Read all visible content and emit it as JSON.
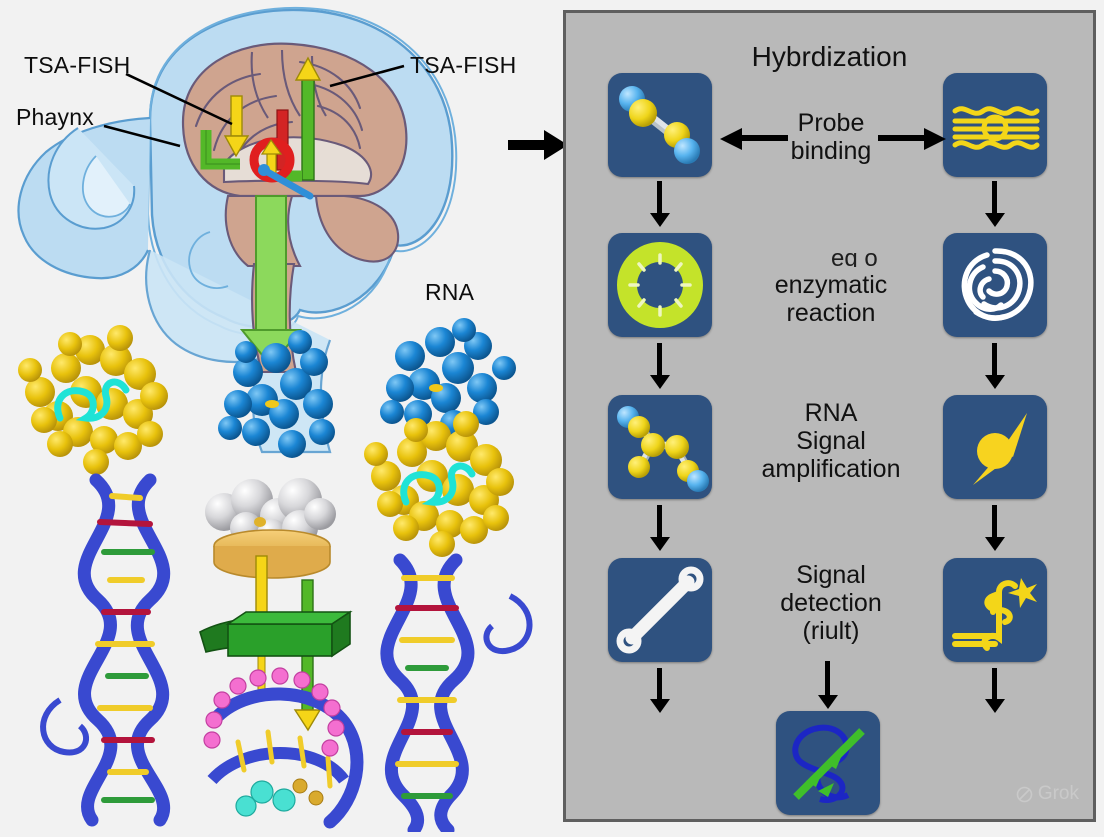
{
  "left_panel": {
    "name": "tsa-fish-brain-illustration",
    "labels": {
      "tsa_fish_left": "TSA-FISH",
      "tsa_fish_right": "TSA-FISH",
      "pharynx": "Phaynx",
      "rna": "RNA"
    },
    "elements": [
      {
        "name": "brain-sagittal-diagram",
        "desc": "light blue head outline with tan cerebrum, brainstem and green/yellow/red signal arrows"
      },
      {
        "name": "gold-nanoparticle-cluster-left",
        "desc": "gold space-filling sphere cluster with cyan ribbon"
      },
      {
        "name": "blue-molecule-cluster-center",
        "desc": "blue space-filling molecule"
      },
      {
        "name": "blue-molecule-cluster-rna",
        "desc": "blue space-filling RNA molecule"
      },
      {
        "name": "gold-nanoparticle-cluster-right",
        "desc": "gold space-filling sphere cluster with cyan ribbon"
      },
      {
        "name": "silver-molecule-on-disc",
        "desc": "grey/white spheres resting on a tan disc"
      },
      {
        "name": "green-platform",
        "desc": "green 3D slab beneath the disc"
      },
      {
        "name": "dna-double-helix-left",
        "desc": "blue DNA double helix with coloured base pairs"
      },
      {
        "name": "dna-double-helix-right",
        "desc": "blue DNA double helix with coloured base pairs"
      },
      {
        "name": "pink-bead-chain",
        "desc": "magenta bead chain around helix center"
      }
    ]
  },
  "flow_panel": {
    "title": "Hybrdization",
    "steps": [
      {
        "label": "Probe\nbinding",
        "line1": "Probe",
        "line2": "binding"
      },
      {
        "label": "enzymatic\nreaction",
        "line1": "enzymatic",
        "line2": "reaction",
        "artifact_text": "eq o"
      },
      {
        "label": "RNA\nSignal\namplification",
        "line1": "RNA",
        "line2": "Signal",
        "line3": "amplification"
      },
      {
        "label": "Signal\ndetection\n(riult)",
        "line1": "Signal",
        "line2": "detection",
        "line3": "(riult)"
      }
    ],
    "left_column_icons": [
      {
        "name": "diatomic-probe-molecule-icon",
        "desc": "two yellow-blue atom pairs joined by a grey bond"
      },
      {
        "name": "green-ring-torus-icon",
        "desc": "yellow-green dashed ring"
      },
      {
        "name": "branched-molecule-icon",
        "desc": "yellow atoms with blue caps in a branched chain"
      },
      {
        "name": "white-rod-linker-icon",
        "desc": "white diagonal rod with looped ends"
      }
    ],
    "right_column_icons": [
      {
        "name": "striped-nucleic-acid-icon",
        "desc": "yellow wavy strands with a central ring"
      },
      {
        "name": "fingerprint-spiral-icon",
        "desc": "white fingerprint-like spiral"
      },
      {
        "name": "yellow-comet-probe-icon",
        "desc": "yellow sphere with a tapered tail"
      },
      {
        "name": "yellow-branched-probe-icon",
        "desc": "yellow hooked strands with a star terminus"
      }
    ],
    "final_icon": {
      "name": "dna-loop-detection-icon",
      "desc": "blue loop around a green arrowed strand"
    },
    "colors": {
      "panel_background": "#b9b9b9",
      "panel_border": "#5f5f5f",
      "tile_background": "#2f5280",
      "arrow": "#000000",
      "accent_yellow": "#f5d518",
      "accent_green": "#53b828",
      "accent_blue": "#3fa0e8"
    }
  },
  "watermark": {
    "text": "Grok"
  }
}
